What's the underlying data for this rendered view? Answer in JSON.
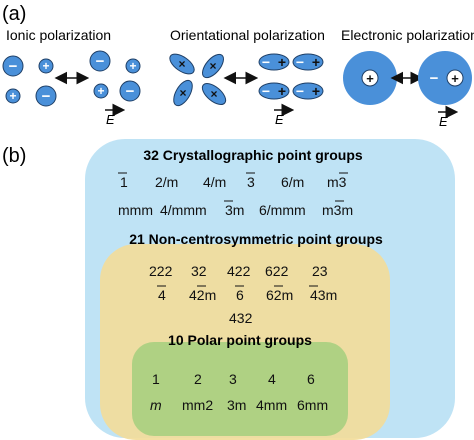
{
  "panel_a": {
    "label": "(a)",
    "ionic": {
      "title": "Ionic polarization",
      "field": "E"
    },
    "orientational": {
      "title": "Orientational polarization",
      "field": "E"
    },
    "electronic": {
      "title": "Electronic polarization",
      "field": "E"
    },
    "signs": {
      "plus": "+",
      "minus": "−",
      "cross": "×"
    }
  },
  "panel_b": {
    "label": "(b)",
    "crystallographic": {
      "title": "32 Crystallographic point groups",
      "row1": [
        "1",
        "2/m",
        "4/m",
        "3",
        "6/m",
        "m3"
      ],
      "row2": [
        "mmm",
        "4/mmm",
        "3m",
        "6/mmm",
        "m3m"
      ]
    },
    "noncentro": {
      "title": "21 Non-centrosymmetric point groups",
      "row1": [
        "222",
        "32",
        "422",
        "622",
        "23"
      ],
      "row2": [
        "4",
        "42m",
        "6",
        "62m",
        "43m"
      ],
      "row3": [
        "432"
      ]
    },
    "polar": {
      "title": "10 Polar point groups",
      "row1": [
        "1",
        "2",
        "3",
        "4",
        "6"
      ],
      "row2": [
        "m",
        "mm2",
        "3m",
        "4mm",
        "6mm"
      ]
    }
  },
  "colors": {
    "ion_blue": "#4a90d9",
    "ion_stroke": "#1f3f66",
    "crystal_fill": "#bfe3f5",
    "noncentro_fill": "#f2dc9a",
    "polar_fill": "#a7cf7f"
  }
}
